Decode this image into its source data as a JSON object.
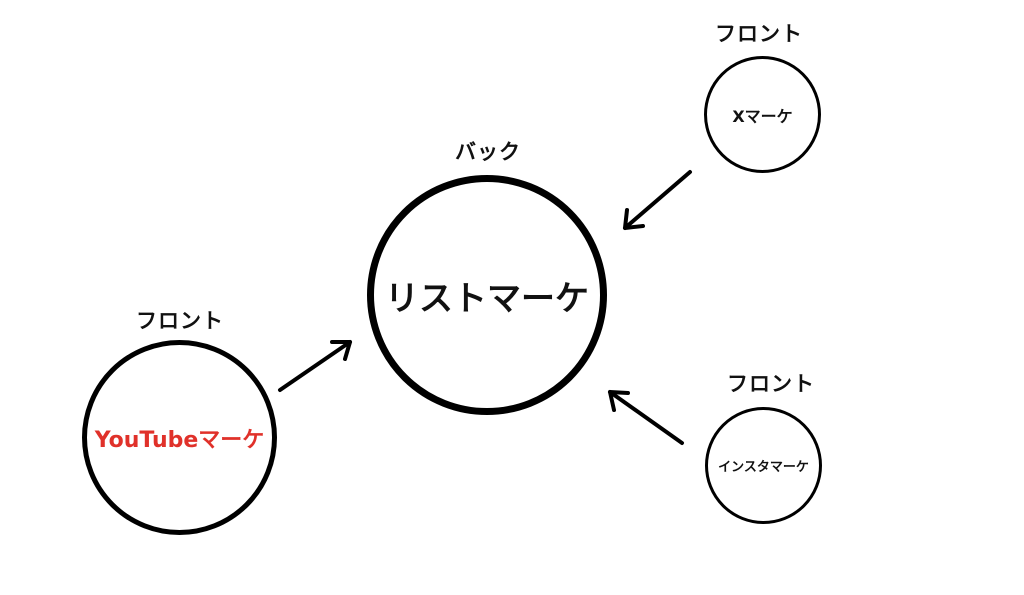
{
  "diagram": {
    "colors": {
      "stroke": "#000000",
      "text": "#111111",
      "youtube_label": "#e0312a"
    },
    "nodes": {
      "center": {
        "heading": "バック",
        "label": "リストマーケ"
      },
      "x": {
        "heading": "フロント",
        "label": "Xマーケ"
      },
      "youtube": {
        "heading": "フロント",
        "label": "YouTubeマーケ"
      },
      "insta": {
        "heading": "フロント",
        "label": "インスタマーケ"
      }
    },
    "edges": [
      {
        "from": "x",
        "to": "center"
      },
      {
        "from": "youtube",
        "to": "center"
      },
      {
        "from": "insta",
        "to": "center"
      }
    ]
  }
}
